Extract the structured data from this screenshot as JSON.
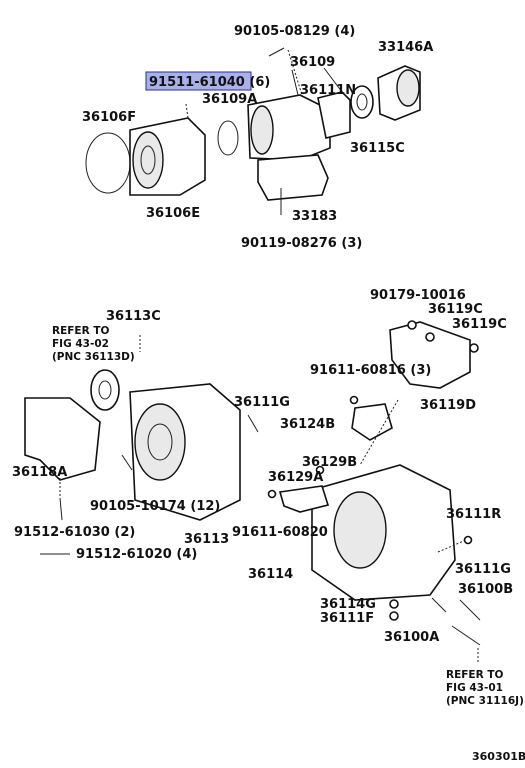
{
  "diagram": {
    "code": "360301B",
    "highlight_part": "91511-61040 (6)",
    "parts": {
      "p_90105_08129": "90105-08129 (4)",
      "p_33146A": "33146A",
      "p_91511_61040": "91511-61040 (6)",
      "p_36109": "36109",
      "p_36111N": "36111N",
      "p_36109A": "36109A",
      "p_36106F": "36106F",
      "p_36115C": "36115C",
      "p_36106E": "36106E",
      "p_33183": "33183",
      "p_90119_08276": "90119-08276 (3)",
      "p_90179_10016": "90179-10016",
      "p_36119C_a": "36119C",
      "p_36119C_b": "36119C",
      "p_36113C": "36113C",
      "p_91611_60816": "91611-60816 (3)",
      "p_36119D": "36119D",
      "p_36111G_a": "36111G",
      "p_36124B": "36124B",
      "p_36129B": "36129B",
      "p_36129A": "36129A",
      "p_36118A": "36118A",
      "p_90105_10174": "90105-10174 (12)",
      "p_36113": "36113",
      "p_91611_60820": "91611-60820",
      "p_91512_61030": "91512-61030 (2)",
      "p_36111R": "36111R",
      "p_91512_61020": "91512-61020 (4)",
      "p_36114": "36114",
      "p_36111G_b": "36111G",
      "p_36100B": "36100B",
      "p_36114G": "36114G",
      "p_36111F": "36111F",
      "p_36100A": "36100A"
    },
    "refs": {
      "ref1_line1": "REFER TO",
      "ref1_line2": "FIG 43-02",
      "ref1_line3": "(PNC 36113D)",
      "ref2_line1": "REFER TO",
      "ref2_line2": "FIG 43-01",
      "ref2_line3": "(PNC 31116J)"
    }
  }
}
